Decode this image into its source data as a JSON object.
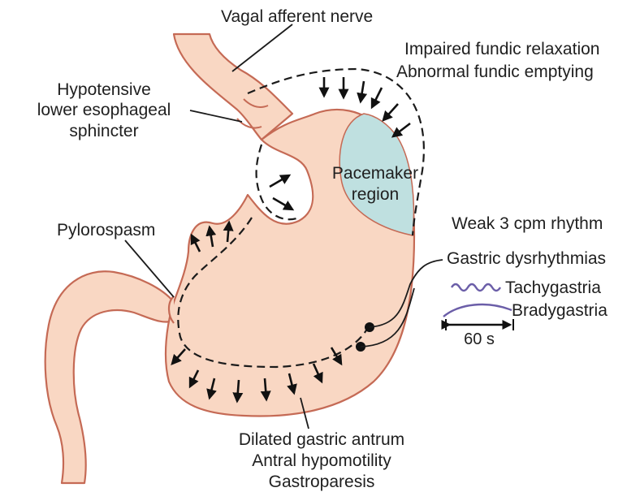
{
  "labels": {
    "vagal_nerve": "Vagal afferent nerve",
    "fundic_1": "Impaired fundic relaxation",
    "fundic_2": "Abnormal fundic emptying",
    "les_1": "Hypotensive",
    "les_2": "lower esophageal",
    "les_3": "sphincter",
    "pacemaker_1": "Pacemaker",
    "pacemaker_2": "region",
    "pylorospasm": "Pylorospasm",
    "rhythm": "Weak 3 cpm rhythm",
    "dysrhythmias": "Gastric dysrhythmias",
    "tachygastria": "Tachygastria",
    "bradygastria": "Bradygastria",
    "scale": "60 s",
    "antrum_1": "Dilated gastric antrum",
    "antrum_2": "Antral hypomotility",
    "antrum_3": "Gastroparesis"
  },
  "colors": {
    "tissue_fill": "#f9d7c3",
    "tissue_outline": "#c56a55",
    "pacemaker_fill": "#bfe0e0",
    "tachygastria_wave": "#6b5ea8",
    "bradygastria_wave": "#6b5ea8"
  }
}
